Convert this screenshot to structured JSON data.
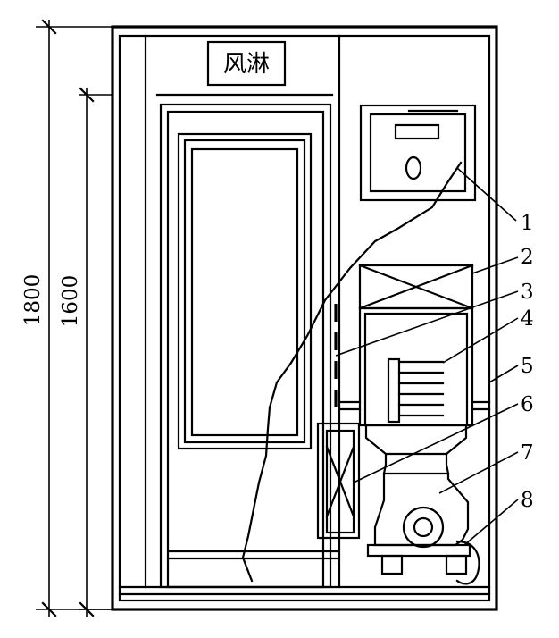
{
  "sign_label": "风淋",
  "dimensions": {
    "outer_height": "1800",
    "inner_height": "1600"
  },
  "callouts": [
    "1",
    "2",
    "3",
    "4",
    "5",
    "6",
    "7",
    "8"
  ]
}
